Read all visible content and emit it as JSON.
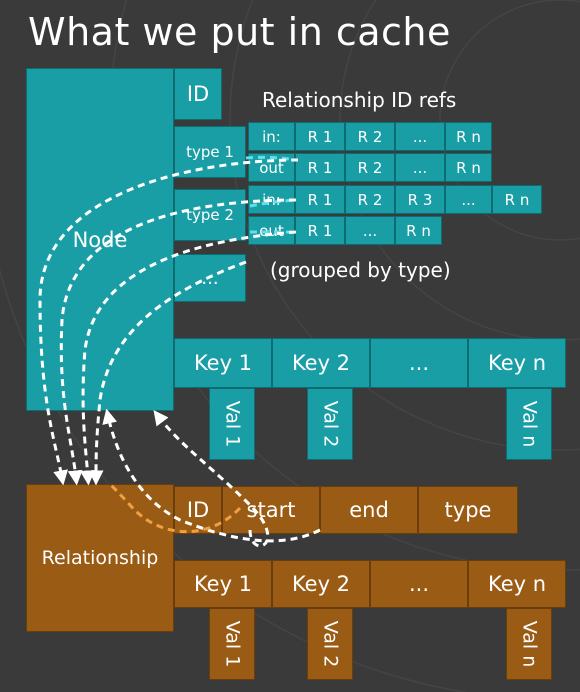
{
  "title": "What we put in cache",
  "node": {
    "label": "Node",
    "id": "ID",
    "rel_refs_label": "Relationship ID refs",
    "grouped_note": "(grouped by type)",
    "more_types": "...",
    "type1": {
      "label": "type 1",
      "in_label": "in:",
      "in_refs": [
        "R 1",
        "R 2",
        "...",
        "R n"
      ],
      "out_label": "out",
      "out_refs": [
        "R 1",
        "R 2",
        "...",
        "R n"
      ]
    },
    "type2": {
      "label": "type 2",
      "in_label": "in:",
      "in_refs": [
        "R 1",
        "R 2",
        "R 3",
        "...",
        "R n"
      ],
      "out_label": "out",
      "out_refs": [
        "R 1",
        "...",
        "R n"
      ]
    },
    "keys": [
      "Key 1",
      "Key 2",
      "...",
      "Key n"
    ],
    "vals": [
      "Val 1",
      "Val 2",
      "Val n"
    ]
  },
  "relationship": {
    "label": "Relationship",
    "fields": [
      "ID",
      "start",
      "end",
      "type"
    ],
    "keys": [
      "Key 1",
      "Key 2",
      "...",
      "Key n"
    ],
    "vals": [
      "Val 1",
      "Val 2",
      "Val n"
    ]
  },
  "colors": {
    "background": "#3a3a3a",
    "node": "#1a9ea6",
    "relationship": "#9a5b14",
    "arrow_white": "#ffffff",
    "arrow_cyan": "#5fe0ea",
    "arrow_orange": "#f0a040"
  }
}
